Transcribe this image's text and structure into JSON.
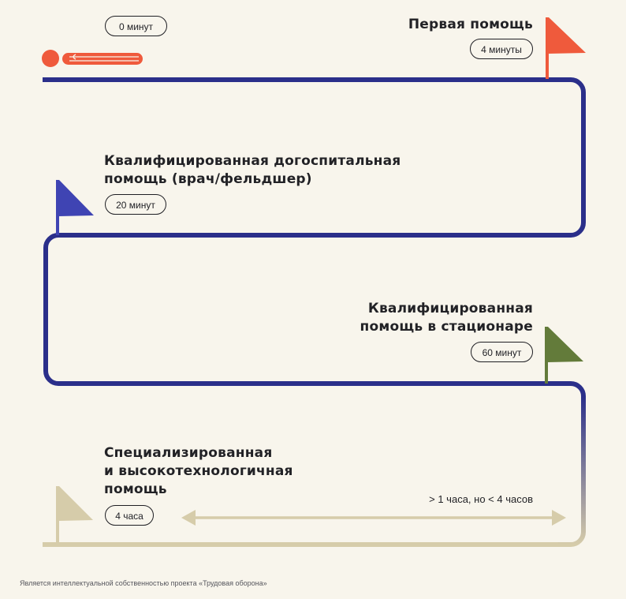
{
  "start": {
    "time": "0 минут"
  },
  "stages": [
    {
      "title": "Первая помощь",
      "time": "4 минуты",
      "color": "#ef5a3c"
    },
    {
      "title": "Квалифицированная догоспитальная\nпомощь (врач/фельдшер)",
      "time": "20 минут",
      "color": "#3f44b3"
    },
    {
      "title": "Квалифицированная\nпомощь в стационаре",
      "time": "60 минут",
      "color": "#637b3a"
    },
    {
      "title": "Специализированная\nи высокотехнологичная\nпомощь",
      "time": "4 часа",
      "color": "#d6ccaa"
    }
  ],
  "range_label": "> 1 часа, но < 4 часов",
  "footer": "Является интеллектуальной собственностью проекта «Трудовая оборона»",
  "colors": {
    "route": "#2b2f8a",
    "route_end": "#d6ccaa",
    "person": "#ef5a3c",
    "background": "#f8f5ec"
  }
}
